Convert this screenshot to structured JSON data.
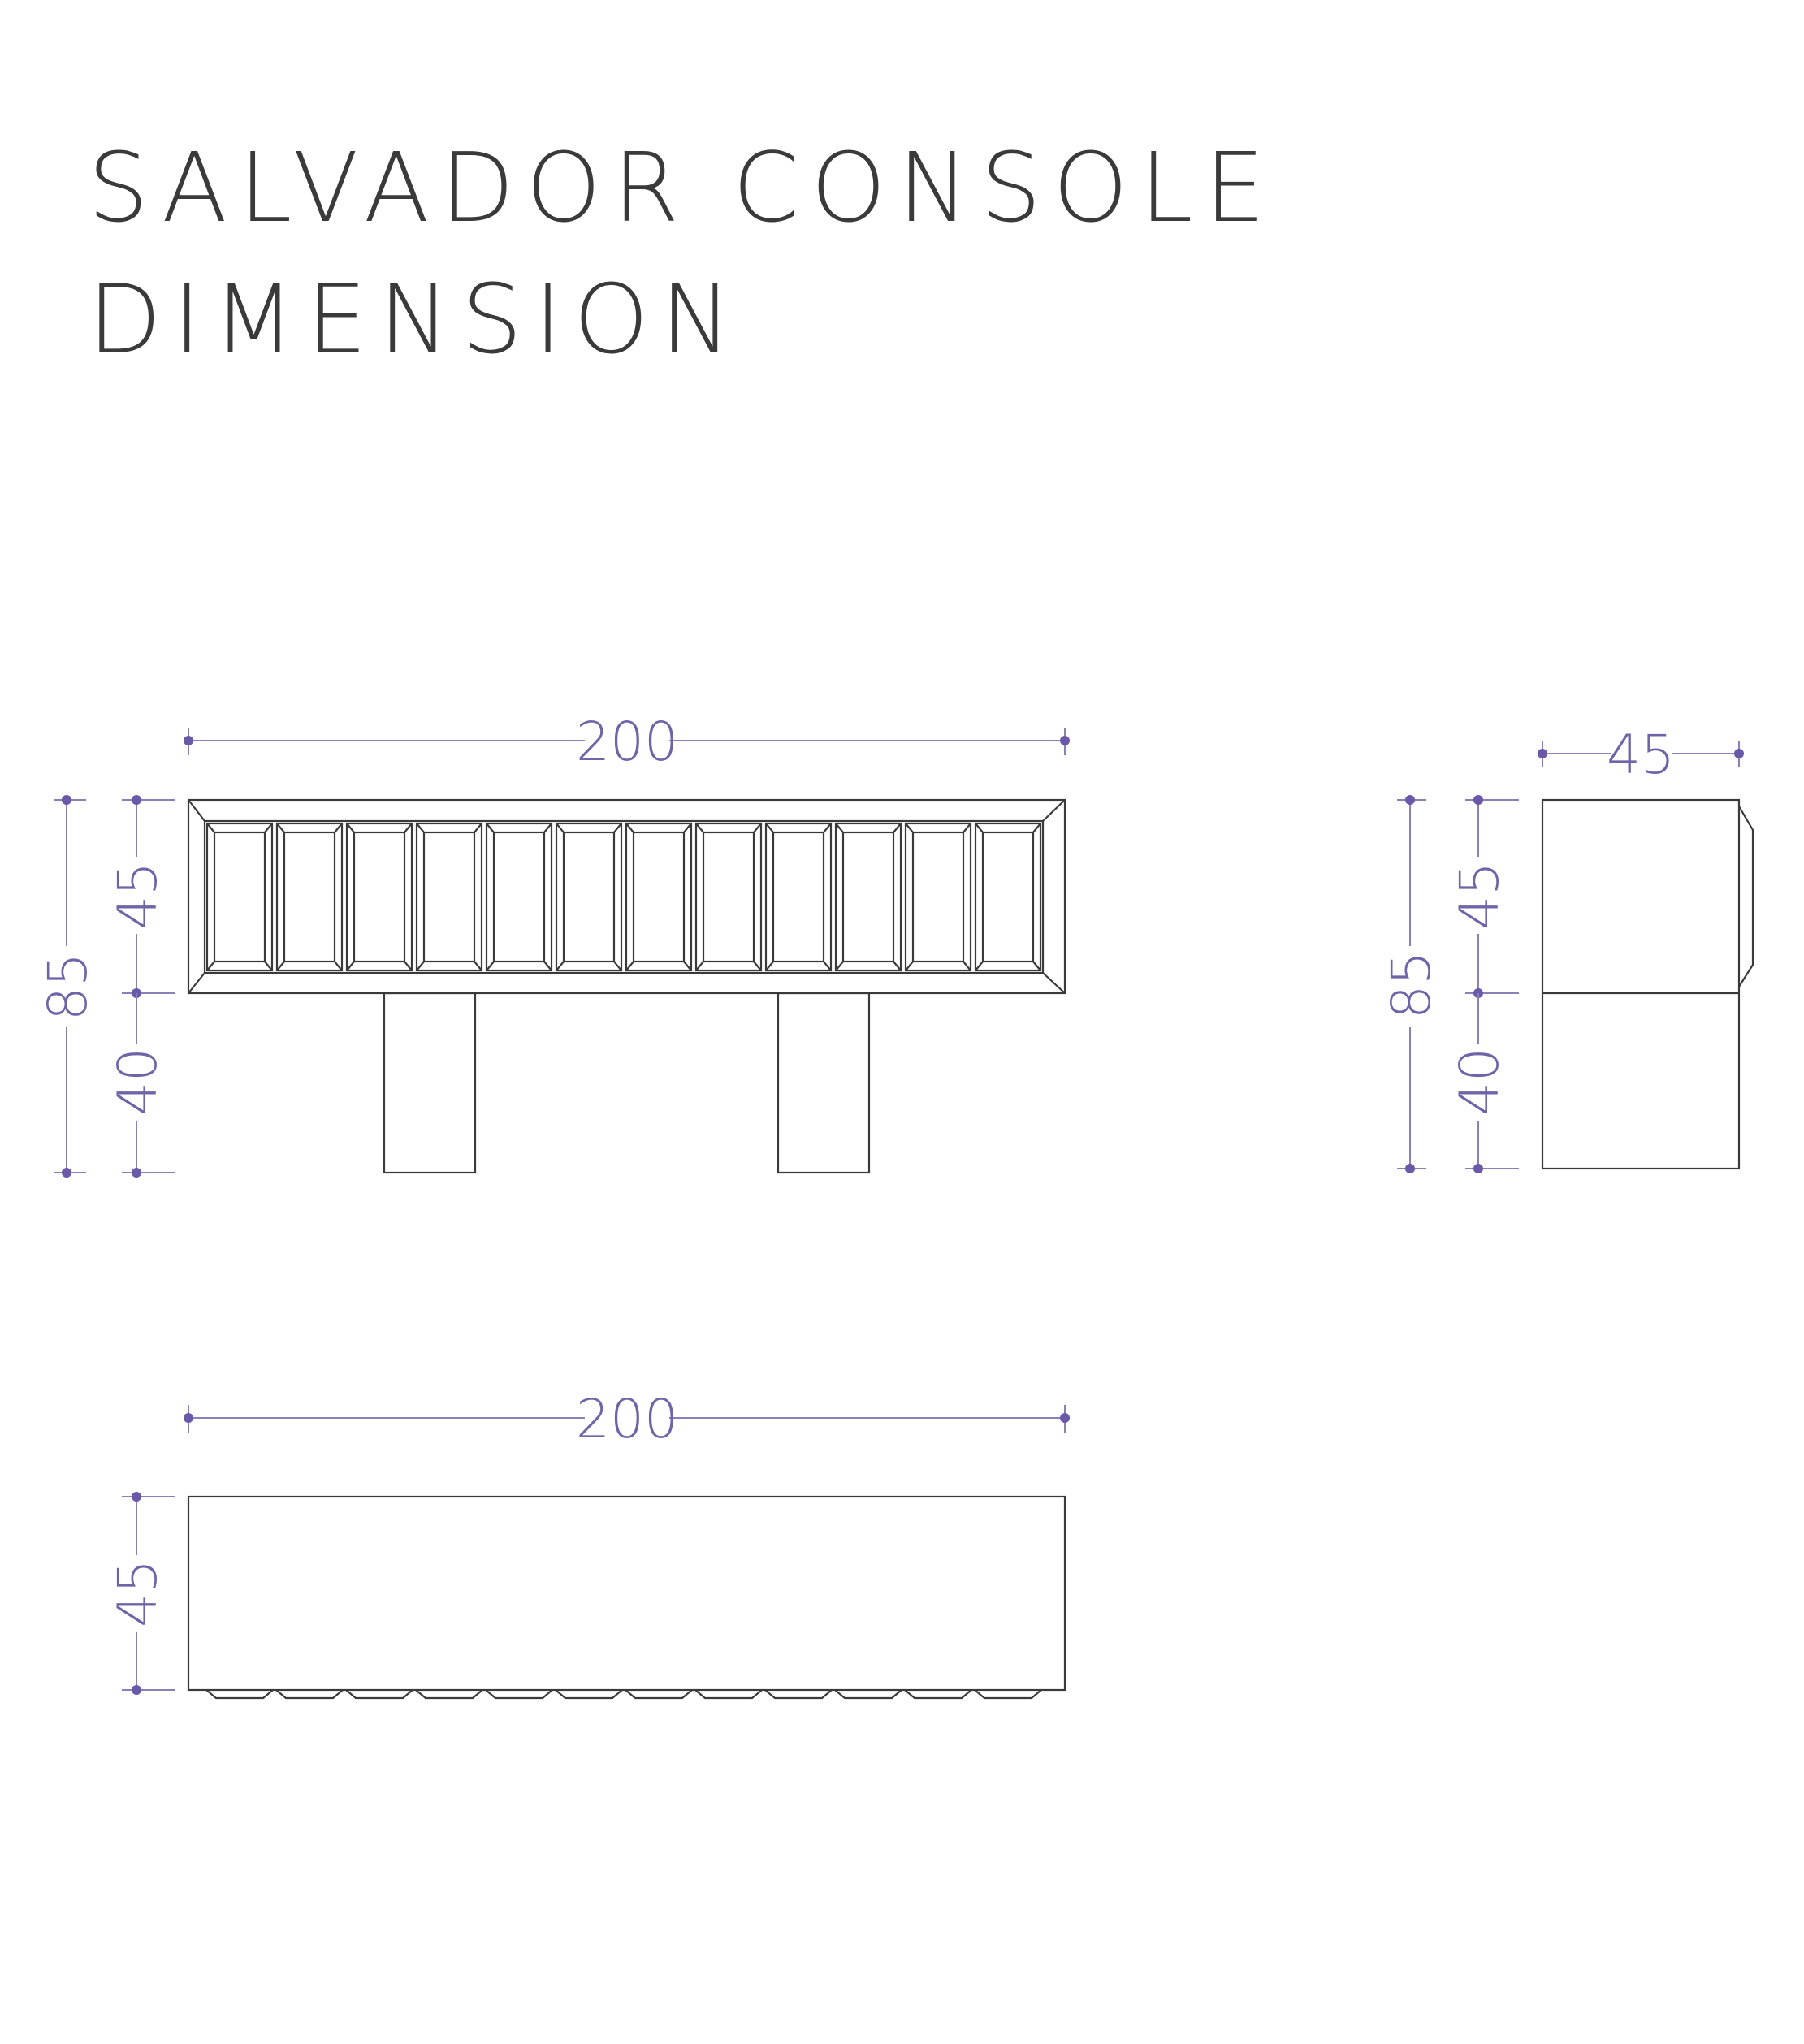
{
  "title": {
    "line1": "SALVADOR CONSOLE",
    "line2": "DIMENSION"
  },
  "front_view": {
    "width_label": "200",
    "total_height_label": "85",
    "body_height_label": "45",
    "leg_height_label": "40",
    "panel_count": 12
  },
  "side_view": {
    "depth_label": "45",
    "total_height_label": "85",
    "body_height_label": "45",
    "leg_height_label": "40"
  },
  "top_view": {
    "width_label": "200",
    "depth_label": "45"
  },
  "colors": {
    "line": "#3a3a3a",
    "dimension": "#6f64a8"
  }
}
